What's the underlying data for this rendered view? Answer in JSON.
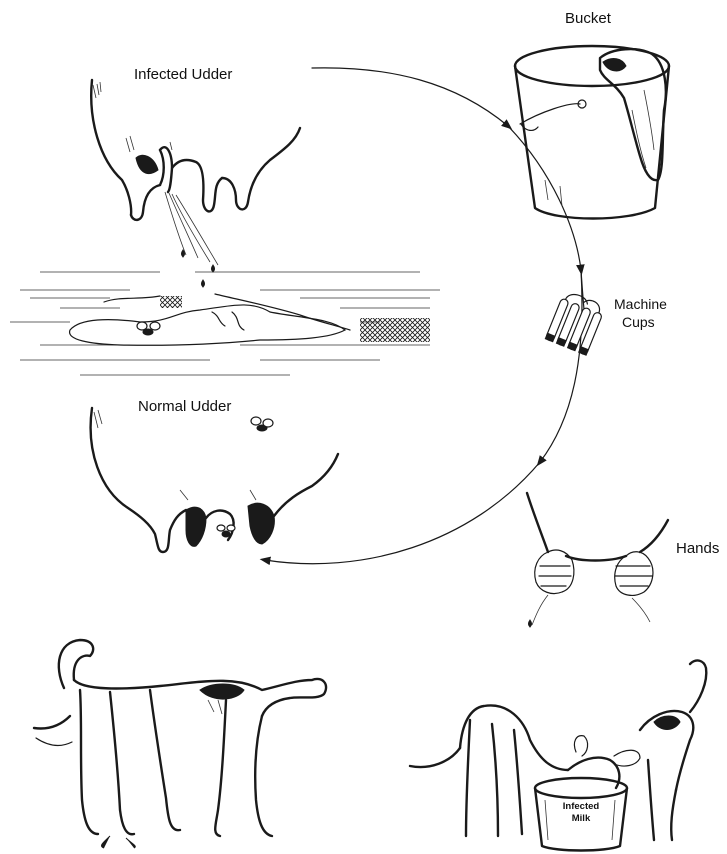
{
  "labels": {
    "bucket": "Bucket",
    "infected_udder": "Infected Udder",
    "machine_cups_line1": "Machine",
    "machine_cups_line2": "Cups",
    "normal_udder": "Normal Udder",
    "hands": "Hands",
    "infected_milk_line1": "Infected",
    "infected_milk_line2": "Milk"
  },
  "cycle": [
    "Infected Udder",
    "Bucket",
    "Machine Cups",
    "Hands",
    "Normal Udder"
  ]
}
